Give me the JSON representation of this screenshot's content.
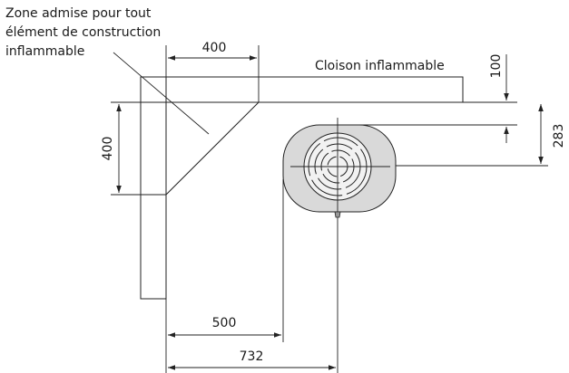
{
  "labels": {
    "zone_line1": "Zone admise pour tout",
    "zone_line2": "élément de construction",
    "zone_line3": "inflammable",
    "partition": "Cloison inflammable"
  },
  "dimensions": {
    "zone_width": "400",
    "zone_height": "400",
    "wall_clearance": "100",
    "center_offset": "283",
    "clearance_inner": "500",
    "clearance_center": "732"
  }
}
